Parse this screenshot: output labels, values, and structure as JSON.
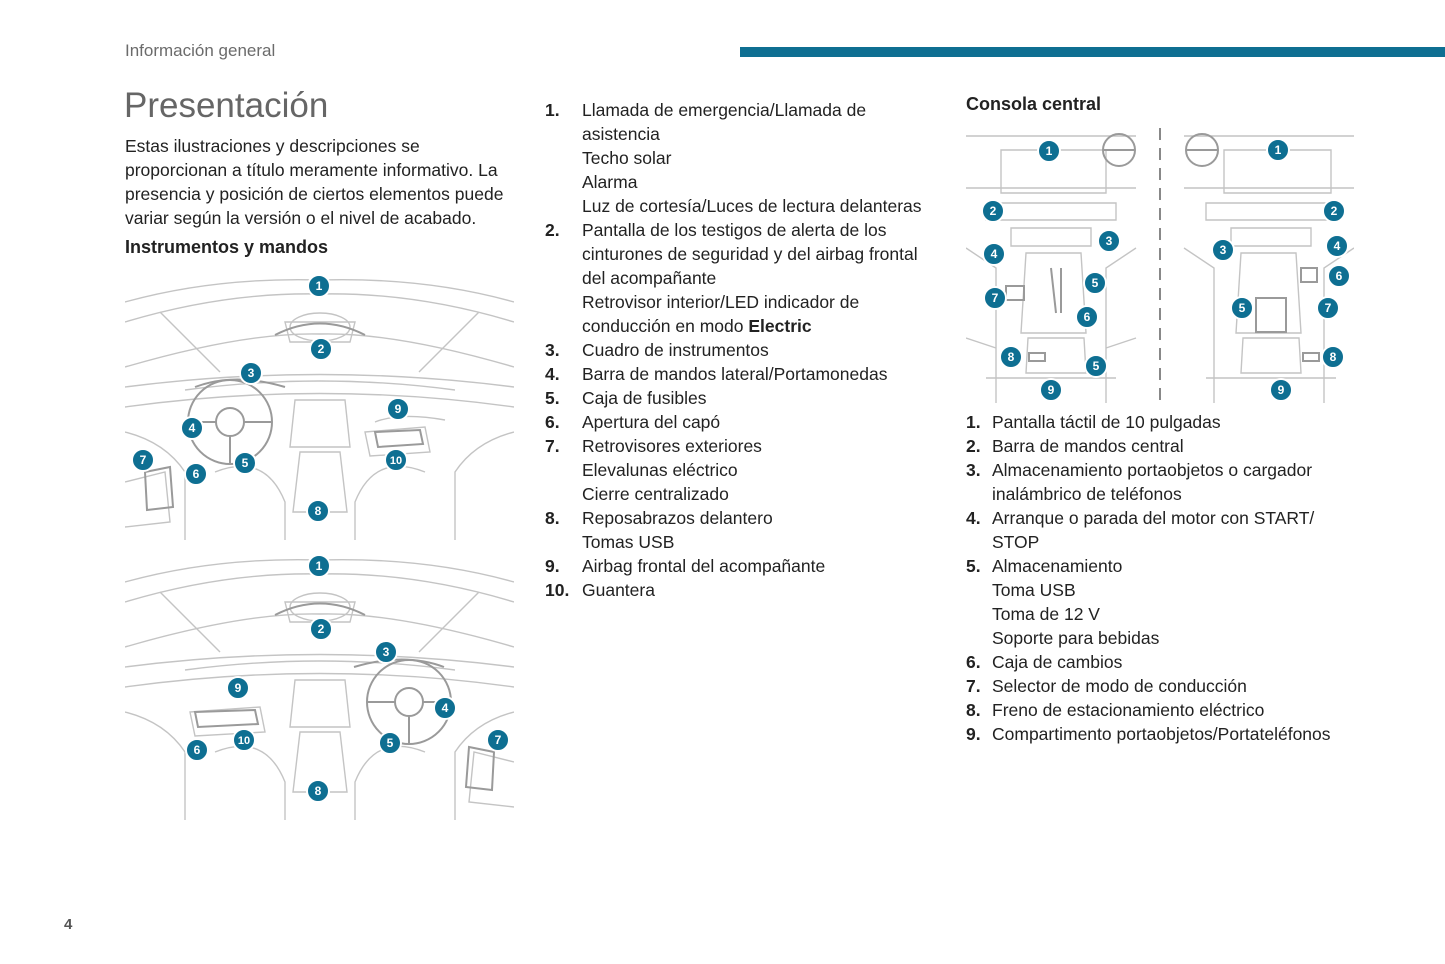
{
  "header": {
    "section": "Información general",
    "accent_color": "#0e6f92"
  },
  "page_title": "Presentación",
  "intro_text": "Estas ilustraciones y descripciones se proporcionan a título meramente informativo. La presencia y posición de ciertos elementos puede variar según la versión o el nivel de acabado.",
  "instruments": {
    "title": "Instrumentos y mandos",
    "figure_left_hand": {
      "callouts": [
        "1",
        "2",
        "3",
        "4",
        "5",
        "6",
        "7",
        "8",
        "9",
        "10"
      ]
    },
    "figure_right_hand": {
      "callouts": [
        "1",
        "2",
        "3",
        "4",
        "5",
        "6",
        "7",
        "8",
        "9",
        "10"
      ]
    },
    "items": [
      {
        "num": "1.",
        "lines": [
          "Llamada de emergencia/Llamada de",
          "asistencia",
          "Techo solar",
          "Alarma",
          "Luz de cortesía/Luces de lectura delanteras"
        ]
      },
      {
        "num": "2.",
        "lines": [
          "Pantalla de los testigos de alerta de los",
          "cinturones de seguridad y del airbag frontal",
          "del acompañante",
          "Retrovisor interior/LED indicador de"
        ],
        "last_line_prefix": "conducción en modo ",
        "last_line_bold": "Electric"
      },
      {
        "num": "3.",
        "lines": [
          "Cuadro de instrumentos"
        ]
      },
      {
        "num": "4.",
        "lines": [
          "Barra de mandos lateral/Portamonedas"
        ]
      },
      {
        "num": "5.",
        "lines": [
          "Caja de fusibles"
        ]
      },
      {
        "num": "6.",
        "lines": [
          "Apertura del capó"
        ]
      },
      {
        "num": "7.",
        "lines": [
          "Retrovisores exteriores",
          "Elevalunas eléctrico",
          "Cierre centralizado"
        ]
      },
      {
        "num": "8.",
        "lines": [
          "Reposabrazos delantero",
          "Tomas USB"
        ]
      },
      {
        "num": "9.",
        "lines": [
          "Airbag frontal del acompañante"
        ]
      },
      {
        "num": "10.",
        "lines": [
          "Guantera"
        ]
      }
    ]
  },
  "console": {
    "title": "Consola central",
    "figure": {
      "callouts": [
        "1",
        "2",
        "3",
        "4",
        "5",
        "6",
        "7",
        "8",
        "9"
      ]
    },
    "items": [
      {
        "num": "1.",
        "lines": [
          "Pantalla táctil de 10 pulgadas"
        ]
      },
      {
        "num": "2.",
        "lines": [
          "Barra de mandos central"
        ]
      },
      {
        "num": "3.",
        "lines": [
          "Almacenamiento portaobjetos o cargador",
          "inalámbrico de teléfonos"
        ]
      },
      {
        "num": "4.",
        "lines": [
          "Arranque o parada del motor con START/",
          "STOP"
        ]
      },
      {
        "num": "5.",
        "lines": [
          "Almacenamiento",
          "Toma USB",
          "Toma de 12 V",
          "Soporte para bebidas"
        ]
      },
      {
        "num": "6.",
        "lines": [
          "Caja de cambios"
        ]
      },
      {
        "num": "7.",
        "lines": [
          "Selector de modo de conducción"
        ]
      },
      {
        "num": "8.",
        "lines": [
          "Freno de estacionamiento eléctrico"
        ]
      },
      {
        "num": "9.",
        "lines": [
          "Compartimento portaobjetos/Portateléfonos"
        ]
      }
    ]
  },
  "page_number": "4"
}
